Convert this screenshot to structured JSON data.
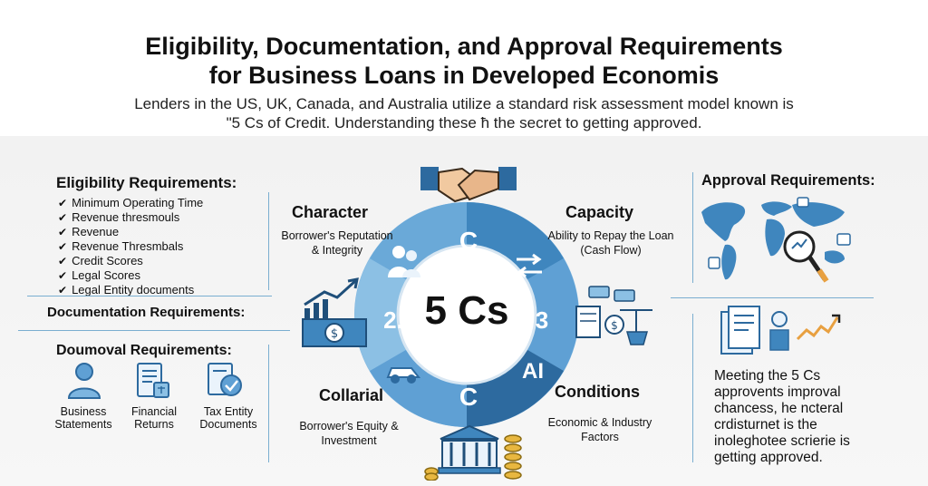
{
  "header": {
    "title_line1": "Eligibility, Documentation, and Approval Requirements",
    "title_line2": "for Business Loans in Developed Economis",
    "subtitle_line1": "Lenders in the US, UK, Canada, and Australia utilize a standard risk assessment model known is",
    "subtitle_line2": "\"5 Cs of Credit. Understanding these ħ the secret to getting approved."
  },
  "left": {
    "eligibility_heading": "Eligibility Requirements:",
    "eligibility_items": [
      "Minimum Operating Time",
      "Revenue thresmouls",
      "Revenue",
      "Revenue Thresmbals",
      "Credit Scores",
      "Legal Scores",
      "Legal Entity documents"
    ],
    "documentation_heading": "Documentation Requirements:",
    "doumoval_heading": "Doumoval Requirements:",
    "docs": [
      {
        "label": "Business\nStatements",
        "icon": "person-icon"
      },
      {
        "label": "Financial\nReturns",
        "icon": "financial-document-icon"
      },
      {
        "label": "Tax Entity\nDocuments",
        "icon": "checked-document-icon"
      }
    ]
  },
  "center": {
    "hub_label": "5 Cs",
    "wheel_letters": {
      "top": "C",
      "left": "2.",
      "right": "3",
      "bottom": "C",
      "bottom_right": "AI"
    },
    "character": {
      "title": "Character",
      "desc": "Borrower's Reputation\n& Integrity"
    },
    "capacity": {
      "title": "Capacity",
      "desc": "Ability to Repay the Loan\n(Cash Flow)"
    },
    "collateral": {
      "title": "Collarial",
      "desc": "Borrower's Equity &\nInvestment"
    },
    "conditions": {
      "title": "Conditions",
      "desc": "Economic & Industry\nFactors"
    }
  },
  "right": {
    "approval_heading": "Approval Requirements:",
    "quote": "Meeting the 5 Cs\napprovents improval\nchancess, he ncteral\ncrdisturnet is the\ninoleghotee scrierie is\ngetting approved.",
    "colors": {
      "accent_blue": "#3f86be",
      "dark_blue": "#2d6a9f",
      "light_blue": "#8cc0e4"
    }
  }
}
